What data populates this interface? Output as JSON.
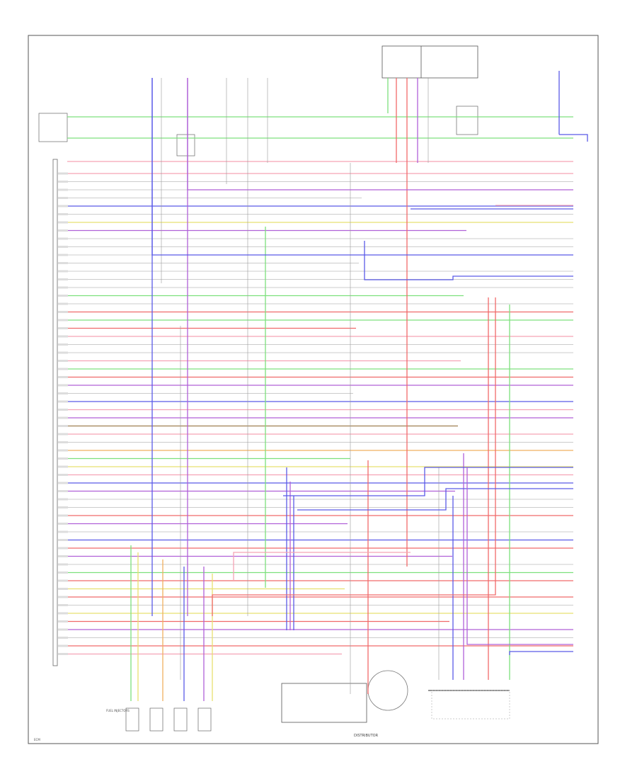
{
  "diagram": {
    "frame_label": "ECM",
    "bottom_labels": {
      "distributor": "DISTRIBUTOR",
      "fuel_injectors": "FUEL INJECTORS"
    }
  },
  "colors": {
    "green": "#7de07d",
    "red": "#f06a6a",
    "pink": "#f5a3b5",
    "blue": "#5a5ae8",
    "violet": "#b061d8",
    "yellow": "#e8e070",
    "gray": "#9a9a9a",
    "orange": "#f0b060",
    "brown": "#a08050",
    "lightblue": "#8fd0f0"
  }
}
